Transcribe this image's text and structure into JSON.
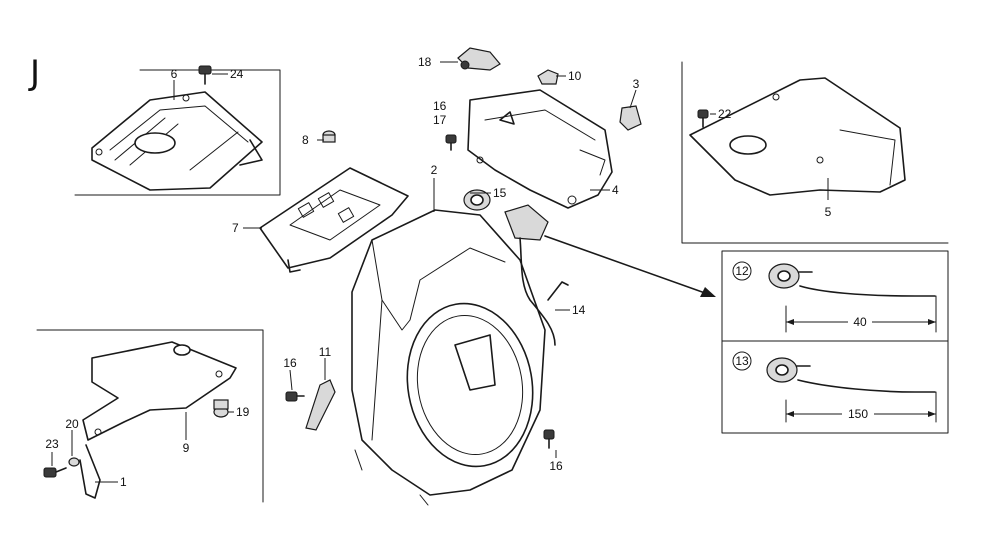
{
  "section_letter": "J",
  "callouts": {
    "c1": "1",
    "c2": "2",
    "c3": "3",
    "c4": "4",
    "c5": "5",
    "c6": "6",
    "c7": "7",
    "c8": "8",
    "c9": "9",
    "c10": "10",
    "c11": "11",
    "c14": "14",
    "c15": "15",
    "c16a": "16",
    "c16b": "16",
    "c16c": "16",
    "c17": "17",
    "c18": "18",
    "c19": "19",
    "c20": "20",
    "c22": "22",
    "c23": "23",
    "c24": "24"
  },
  "inset": {
    "variant_a": {
      "number": "12",
      "dimension": "40"
    },
    "variant_b": {
      "number": "13",
      "dimension": "150"
    }
  }
}
